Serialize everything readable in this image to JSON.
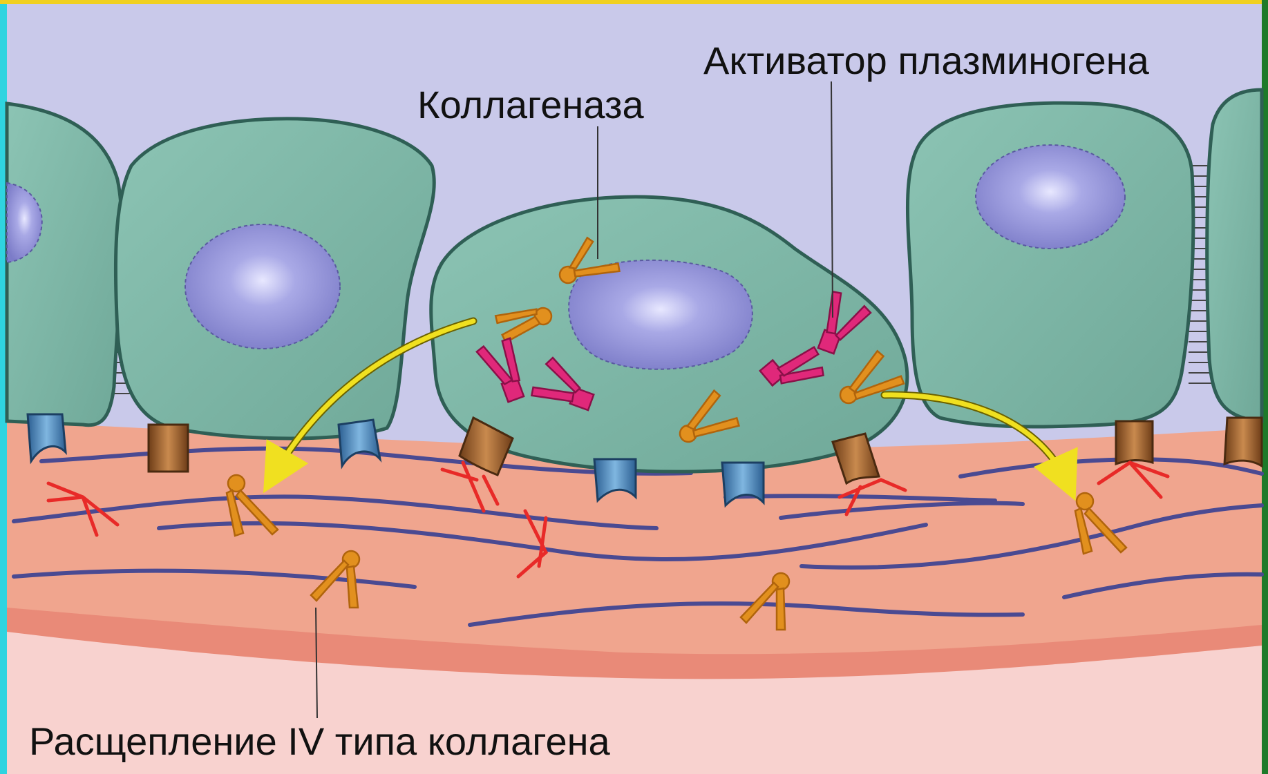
{
  "labels": {
    "collagenase": "Коллагеназа",
    "plasminogen_activator": "Активатор плазминогена",
    "collagen_iv_cleavage": "Расщепление IV типа коллагена"
  },
  "colors": {
    "frame_left": "#2fd4e0",
    "frame_top": "#f0d020",
    "frame_right": "#1e7a2a",
    "lumen": "#c9c9ea",
    "cell_fill": "#7fb9a9",
    "cell_stroke": "#2f5f55",
    "nucleus": "#8f8fd6",
    "basement_membrane": "#f0a58e",
    "collagen_fiber": "#4a4a92",
    "stroma": "#f8d2cf",
    "collagenase_enzyme": "#e2901e",
    "plasminogen_activator": "#e0287a",
    "cleaved_marker": "#e82a28",
    "receptor_blue": "#3f7fb0",
    "receptor_brown": "#9a5a28",
    "arrow": "#f0e020"
  }
}
